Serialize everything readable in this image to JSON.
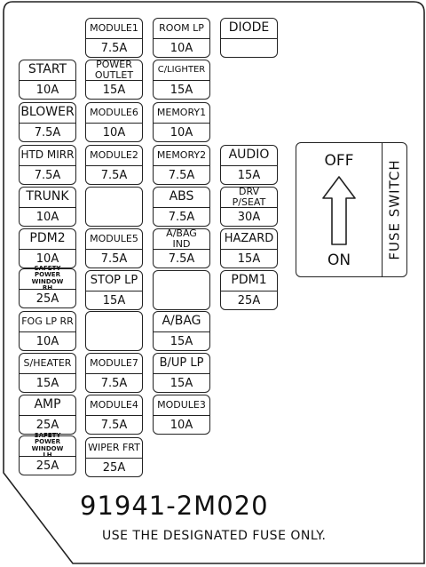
{
  "fuses": [
    {
      "id": "module1",
      "name": "MODULE1",
      "rating": "7.5A"
    },
    {
      "id": "room-lp",
      "name": "ROOM LP",
      "rating": "10A"
    },
    {
      "id": "diode",
      "name": "DIODE",
      "rating": ""
    },
    {
      "id": "start",
      "name": "START",
      "rating": "10A"
    },
    {
      "id": "power-outlet",
      "name": "POWER\nOUTLET",
      "rating": "15A"
    },
    {
      "id": "c-lighter",
      "name": "C/LIGHTER",
      "rating": "15A"
    },
    {
      "id": "blower",
      "name": "BLOWER",
      "rating": "7.5A"
    },
    {
      "id": "module6",
      "name": "MODULE6",
      "rating": "10A"
    },
    {
      "id": "memory1",
      "name": "MEMORY1",
      "rating": "10A"
    },
    {
      "id": "htd-mirr",
      "name": "HTD MIRR",
      "rating": "7.5A"
    },
    {
      "id": "module2",
      "name": "MODULE2",
      "rating": "7.5A"
    },
    {
      "id": "memory2",
      "name": "MEMORY2",
      "rating": "7.5A"
    },
    {
      "id": "audio",
      "name": "AUDIO",
      "rating": "15A"
    },
    {
      "id": "trunk",
      "name": "TRUNK",
      "rating": "10A"
    },
    {
      "id": "abs",
      "name": "ABS",
      "rating": "7.5A"
    },
    {
      "id": "drv-p-seat",
      "name": "DRV\nP/SEAT",
      "rating": "30A"
    },
    {
      "id": "pdm2",
      "name": "PDM2",
      "rating": "10A"
    },
    {
      "id": "module5",
      "name": "MODULE5",
      "rating": "7.5A"
    },
    {
      "id": "a-bag-ind",
      "name": "A/BAG\nIND",
      "rating": "7.5A"
    },
    {
      "id": "hazard",
      "name": "HAZARD",
      "rating": "15A"
    },
    {
      "id": "safety-window-rh",
      "name": "SAFETY\nPOWER WINDOW\nRH",
      "rating": "25A"
    },
    {
      "id": "stop-lp",
      "name": "STOP LP",
      "rating": "15A"
    },
    {
      "id": "pdm1",
      "name": "PDM1",
      "rating": "25A"
    },
    {
      "id": "fog-lp-rr",
      "name": "FOG LP RR",
      "rating": "10A"
    },
    {
      "id": "a-bag",
      "name": "A/BAG",
      "rating": "15A"
    },
    {
      "id": "s-heater",
      "name": "S/HEATER",
      "rating": "15A"
    },
    {
      "id": "module7",
      "name": "MODULE7",
      "rating": "7.5A"
    },
    {
      "id": "b-up-lp",
      "name": "B/UP LP",
      "rating": "15A"
    },
    {
      "id": "amp",
      "name": "AMP",
      "rating": "25A"
    },
    {
      "id": "module4",
      "name": "MODULE4",
      "rating": "7.5A"
    },
    {
      "id": "module3",
      "name": "MODULE3",
      "rating": "10A"
    },
    {
      "id": "safety-window-lh",
      "name": "SAFETY\nPOWER WINDOW\nLH",
      "rating": "25A"
    },
    {
      "id": "wiper-frt",
      "name": "WIPER FRT",
      "rating": "25A"
    }
  ],
  "fuse_switch": {
    "off_label": "OFF",
    "on_label": "ON",
    "label": "FUSE SWITCH",
    "arrow_icon": "up-arrow-icon"
  },
  "part_number": "91941-2M020",
  "note": "USE THE DESIGNATED FUSE ONLY."
}
